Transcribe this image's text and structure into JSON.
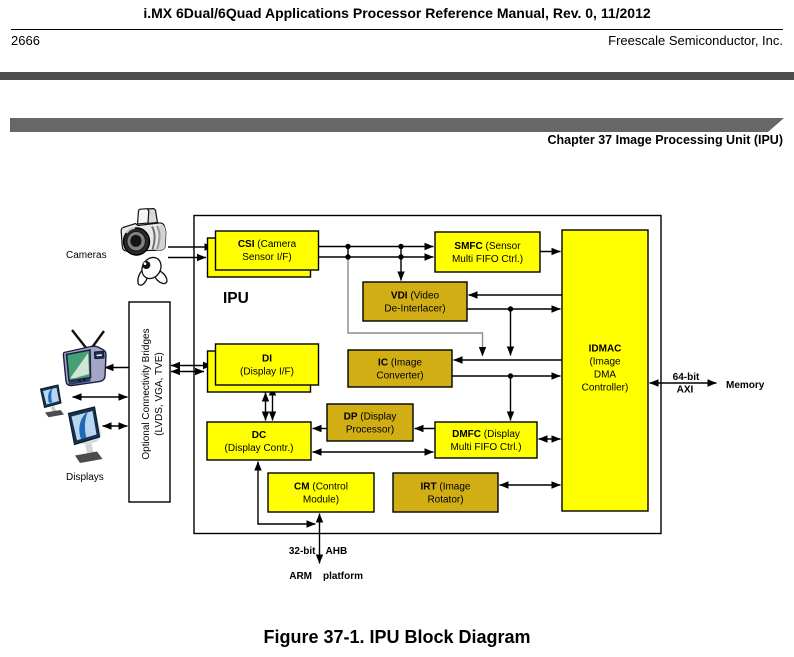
{
  "header": {
    "manual_title": "i.MX 6Dual/6Quad Applications Processor Reference Manual, Rev. 0, 11/2012",
    "page_number": "2666",
    "publisher": "Freescale Semiconductor, Inc.",
    "chapter_heading": "Chapter 37 Image Processing Unit (IPU)"
  },
  "figure": {
    "caption": "Figure 37-1. IPU Block Diagram",
    "container_label": "IPU"
  },
  "boxes": {
    "csi": {
      "acronym": "CSI",
      "rest": " (Camera",
      "line2": "Sensor I/F)"
    },
    "smfc": {
      "acronym": "SMFC",
      "rest": " (Sensor",
      "line2": "Multi FIFO Ctrl.)"
    },
    "vdi": {
      "acronym": "VDI",
      "rest": " (Video",
      "line2": "De-Interlacer)"
    },
    "di": {
      "acronym": "DI",
      "rest": "",
      "line2": "(Display I/F)"
    },
    "ic": {
      "acronym": "IC",
      "rest": " (Image",
      "line2": "Converter)"
    },
    "dp": {
      "acronym": "DP",
      "rest": " (Display",
      "line2": "Processor)"
    },
    "dc": {
      "acronym": "DC",
      "rest": "",
      "line2": "(Display Contr.)"
    },
    "dmfc": {
      "acronym": "DMFC",
      "rest": " (Display",
      "line2": "Multi FIFO Ctrl.)"
    },
    "cm": {
      "acronym": "CM",
      "rest": " (Control",
      "line2": "Module)"
    },
    "irt": {
      "acronym": "IRT",
      "rest": " (Image",
      "line2": "Rotator)"
    },
    "idmac": {
      "acronym": "IDMAC",
      "line2": "(Image",
      "line3": "DMA",
      "line4": "Controller)"
    }
  },
  "bridge_box": {
    "line1": "Optional Connectivity Bridges",
    "line2": "(LVDS, VGA, TVE)"
  },
  "labels": {
    "cameras": "Cameras",
    "displays": "Displays",
    "bus64": "64-bit",
    "axi": "AXI",
    "memory": "Memory",
    "bus32": "32-bit",
    "ahb": "AHB",
    "arm": "ARM",
    "platform": "platform"
  },
  "colors": {
    "box_bright_yellow": "#ffff00",
    "box_dark_yellow": "#d1ae14",
    "header_bar_dark": "#4d4d4d",
    "header_bar_light": "#676767",
    "gray_connector": "#8c8c8c",
    "white": "#ffffff"
  }
}
